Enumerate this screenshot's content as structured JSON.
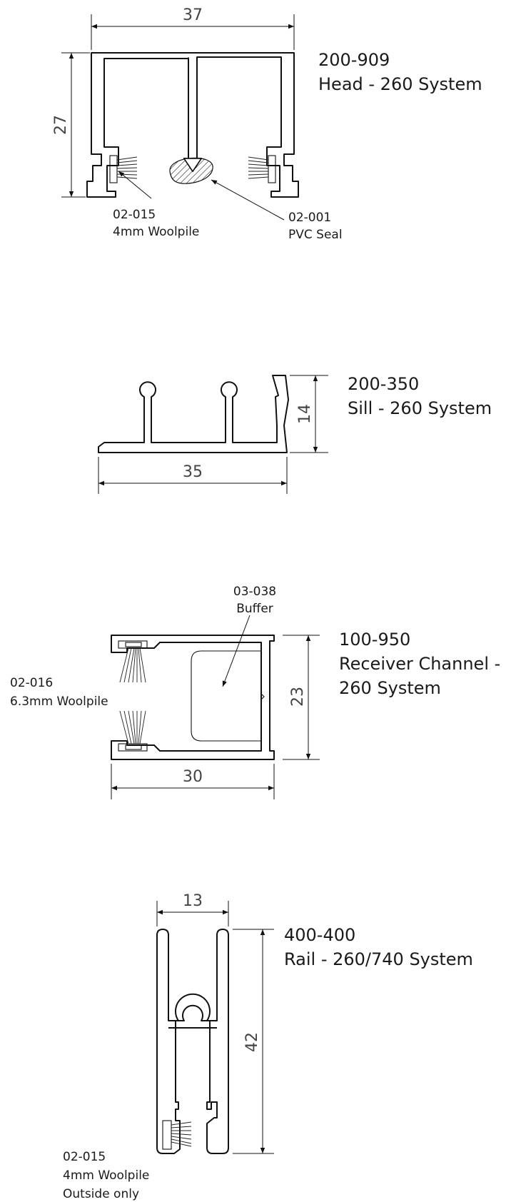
{
  "parts": [
    {
      "code": "200-909",
      "name": "Head - 260 System",
      "dimensions": {
        "width": "37",
        "height": "27"
      },
      "callouts": [
        {
          "code": "02-015",
          "desc": "4mm Woolpile"
        },
        {
          "code": "02-001",
          "desc": "PVC Seal"
        }
      ]
    },
    {
      "code": "200-350",
      "name": "Sill - 260 System",
      "dimensions": {
        "width": "35",
        "height": "14"
      }
    },
    {
      "code": "100-950",
      "name_lines": [
        "Receiver Channel -",
        "260 System"
      ],
      "dimensions": {
        "width": "30",
        "height": "23"
      },
      "callouts": [
        {
          "code": "03-038",
          "desc": "Buffer"
        },
        {
          "code": "02-016",
          "desc": "6.3mm Woolpile"
        }
      ]
    },
    {
      "code": "400-400",
      "name": "Rail - 260/740 System",
      "dimensions": {
        "width": "13",
        "height": "42"
      },
      "callouts": [
        {
          "code": "02-015",
          "desc_lines": [
            "4mm Woolpile",
            "Outside only"
          ]
        }
      ]
    }
  ]
}
